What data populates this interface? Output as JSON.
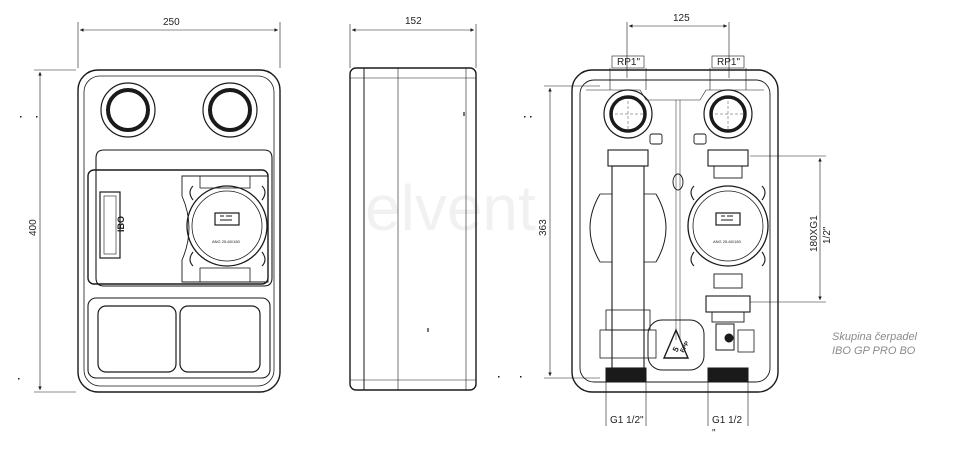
{
  "front_view": {
    "width_label": "250",
    "height_label": "400",
    "brand_label": "IBO",
    "pump_label": "ANG 25-60/180"
  },
  "side_view": {
    "depth_label": "152"
  },
  "internal_view": {
    "spacing_label": "125",
    "height_label": "363",
    "pump_length_label": "180XG1",
    "pump_length_sub": "1/2\"",
    "inlet_left": "RP1\"",
    "inlet_right": "RP1\"",
    "outlet_left": "G1 1/2\"",
    "outlet_right": "G1 1/2",
    "outlet_right_sub": "\"",
    "valve_badge": "EPP",
    "valve_num": "5",
    "pump_label": "ANG 25-60/180"
  },
  "watermark": "elvent",
  "caption": {
    "line1": "Skupina čerpadel",
    "line2": "IBO GP PRO BO"
  },
  "colors": {
    "line": "#1a1a1a",
    "caption": "#8a8a8a"
  }
}
